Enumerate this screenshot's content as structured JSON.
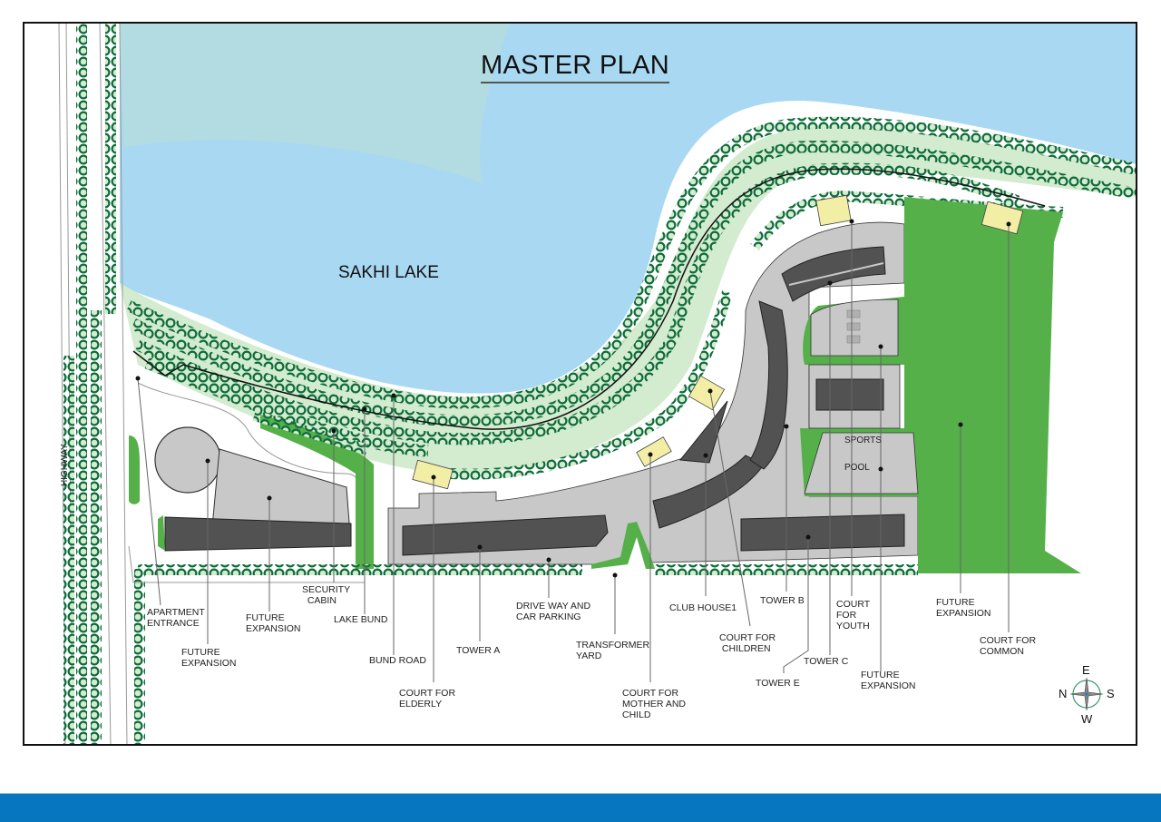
{
  "title": "MASTER PLAN",
  "lake_label": "SAKHI LAKE",
  "road_label": "HIGHWAY",
  "on_map_labels": {
    "sports": "SPORTS",
    "pool": "POOL"
  },
  "callouts": [
    {
      "id": "apartment-entrance",
      "text": "APARTMENT\nENTRANCE"
    },
    {
      "id": "future-expansion-1",
      "text": "FUTURE\nEXPANSION"
    },
    {
      "id": "future-expansion-2",
      "text": "FUTURE\nEXPANSION"
    },
    {
      "id": "security-cabin",
      "text": "SECURITY\n  CABIN"
    },
    {
      "id": "lake-bund",
      "text": "LAKE BUND"
    },
    {
      "id": "bund-road",
      "text": "BUND ROAD"
    },
    {
      "id": "court-elderly",
      "text": "COURT FOR\nELDERLY"
    },
    {
      "id": "tower-a",
      "text": "TOWER A"
    },
    {
      "id": "drive-way",
      "text": "DRIVE WAY AND\nCAR PARKING"
    },
    {
      "id": "transformer-yard",
      "text": "TRANSFORMER\nYARD"
    },
    {
      "id": "court-mother-child",
      "text": "COURT FOR\nMOTHER AND\nCHILD"
    },
    {
      "id": "club-house",
      "text": "CLUB HOUSE1"
    },
    {
      "id": "court-children",
      "text": "COURT FOR\n CHILDREN"
    },
    {
      "id": "tower-b",
      "text": "TOWER B"
    },
    {
      "id": "tower-e",
      "text": "TOWER E"
    },
    {
      "id": "tower-c",
      "text": "TOWER C"
    },
    {
      "id": "court-youth",
      "text": "COURT\nFOR\nYOUTH"
    },
    {
      "id": "future-expansion-3",
      "text": "FUTURE\nEXPANSION"
    },
    {
      "id": "future-expansion-4",
      "text": "FUTURE\nEXPANSION"
    },
    {
      "id": "court-common",
      "text": "COURT FOR\nCOMMON"
    }
  ],
  "compass": {
    "top": "E",
    "left": "N",
    "right": "S",
    "bottom": "W"
  },
  "colors": {
    "lake": "#a8d8f2",
    "lake_shallow": "#b2dce2",
    "tree": "#0d6b3a",
    "green_space": "#55b04a",
    "buffer": "#d3ebcf",
    "paved": "#c8c8c8",
    "building": "#525252",
    "court": "#f3eea6",
    "footer": "#0677bf"
  }
}
